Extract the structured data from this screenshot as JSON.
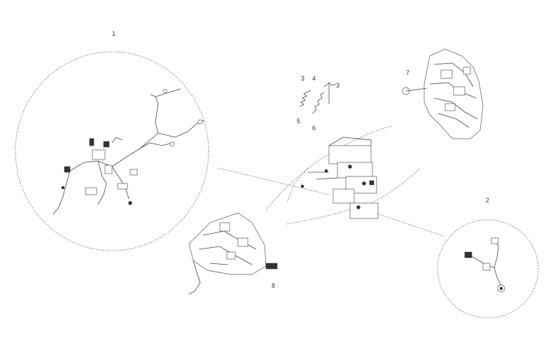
{
  "diagram": {
    "callouts": {
      "c1": "1",
      "c2": "2",
      "c3a": "3",
      "c4": "4",
      "c3b": "3",
      "c5": "5",
      "c6": "6",
      "c7": "7",
      "c8": "8"
    },
    "colors": {
      "line": "#444444",
      "background": "#ffffff"
    }
  }
}
